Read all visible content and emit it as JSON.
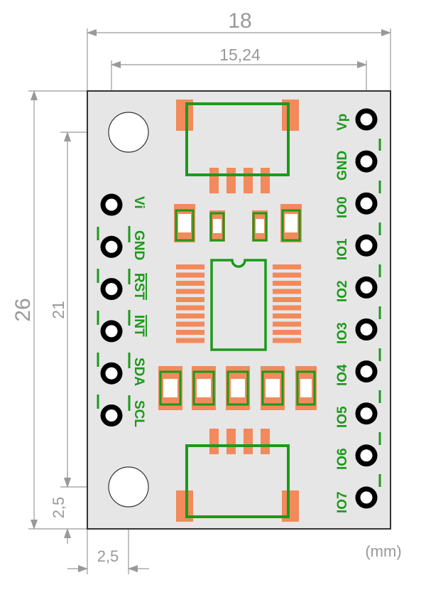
{
  "dimensions": {
    "width_total": "18",
    "width_pitch": "15,24",
    "height_total": "26",
    "height_pitch": "21",
    "offset_bottom": "2,5",
    "offset_left": "2,5",
    "unit": "(mm)"
  },
  "pins": {
    "left": [
      "Vi",
      "GND",
      "RST",
      "INT",
      "SDA",
      "SCL"
    ],
    "right": [
      "Vp",
      "GND",
      "IO0",
      "IO1",
      "IO2",
      "IO3",
      "IO4",
      "IO5",
      "IO6",
      "IO7"
    ]
  },
  "colors": {
    "board": "#e6e6e6",
    "silkscreen": "#1a9a1a",
    "pad": "#f28a5c",
    "dimension": "#999999",
    "pin": "#000000"
  },
  "icons": [
    "mounting-hole",
    "through-hole-pin",
    "smd-pad",
    "ic-footprint",
    "connector-footprint",
    "capacitor-footprint"
  ]
}
